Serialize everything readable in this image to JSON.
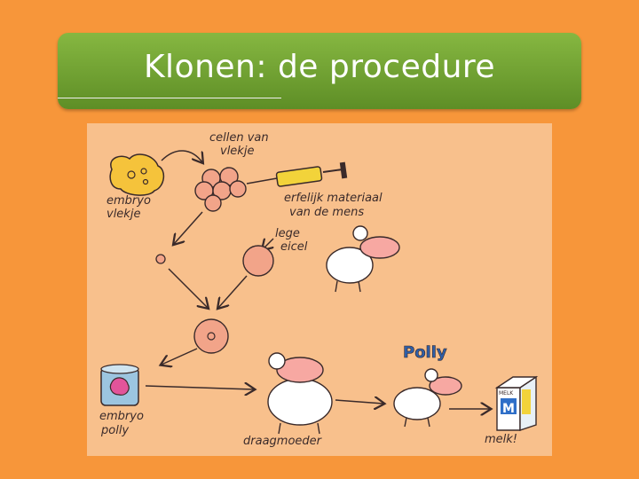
{
  "slide": {
    "title": "Klonen: de procedure"
  },
  "diagram": {
    "labels": {
      "cells": [
        "cellen van",
        "vlekje"
      ],
      "embryo_vlekje": [
        "embryo",
        "vlekje"
      ],
      "hereditary": [
        "erfelijk materiaal",
        "van de mens"
      ],
      "empty_egg": [
        "lege",
        "eicel"
      ],
      "polly_name": "Polly",
      "embryo_polly": [
        "embryo",
        "polly"
      ],
      "surrogate": "draagmoeder",
      "milk": "melk!",
      "carton_brand": "MELK",
      "carton_letter": "M"
    },
    "colors": {
      "background": "#F8C08C",
      "cell_fill": "#F2A489",
      "ink": "#3a2a2a",
      "embryo_blob": "#F5C33B",
      "syringe_yellow": "#F2D33A",
      "jar_blue": "#9CC5E0",
      "jar_pink": "#E2549A"
    }
  }
}
